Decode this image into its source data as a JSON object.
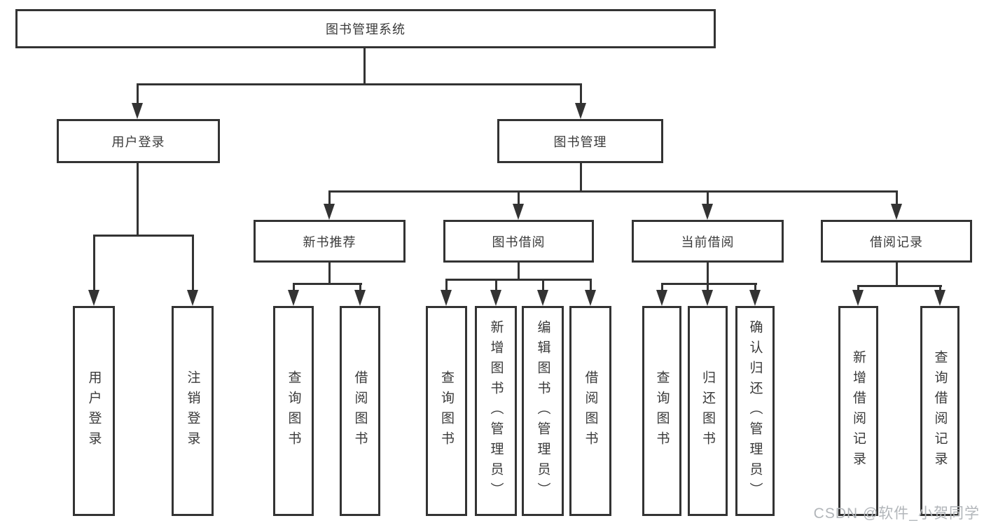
{
  "colors": {
    "line": "#333333",
    "box_border": "#333333",
    "text": "#3a3a3a",
    "watermark": "#b2b6ba",
    "background": "#ffffff"
  },
  "tree": {
    "label": "图书管理系统",
    "children": [
      {
        "label": "用户登录",
        "children": [
          {
            "label": "用户登录"
          },
          {
            "label": "注销登录"
          }
        ]
      },
      {
        "label": "图书管理",
        "children": [
          {
            "label": "新书推荐",
            "children": [
              {
                "label": "查询图书"
              },
              {
                "label": "借阅图书"
              }
            ]
          },
          {
            "label": "图书借阅",
            "children": [
              {
                "label": "查询图书"
              },
              {
                "label": "新增图书（管理员）"
              },
              {
                "label": "编辑图书（管理员）"
              },
              {
                "label": "借阅图书"
              }
            ]
          },
          {
            "label": "当前借阅",
            "children": [
              {
                "label": "查询图书"
              },
              {
                "label": "归还图书"
              },
              {
                "label": "确认归还（管理员）"
              }
            ]
          },
          {
            "label": "借阅记录",
            "children": [
              {
                "label": "新增借阅记录"
              },
              {
                "label": "查询借阅记录"
              }
            ]
          }
        ]
      }
    ]
  },
  "watermark": {
    "text": "CSDN @软件_小贺同学"
  }
}
